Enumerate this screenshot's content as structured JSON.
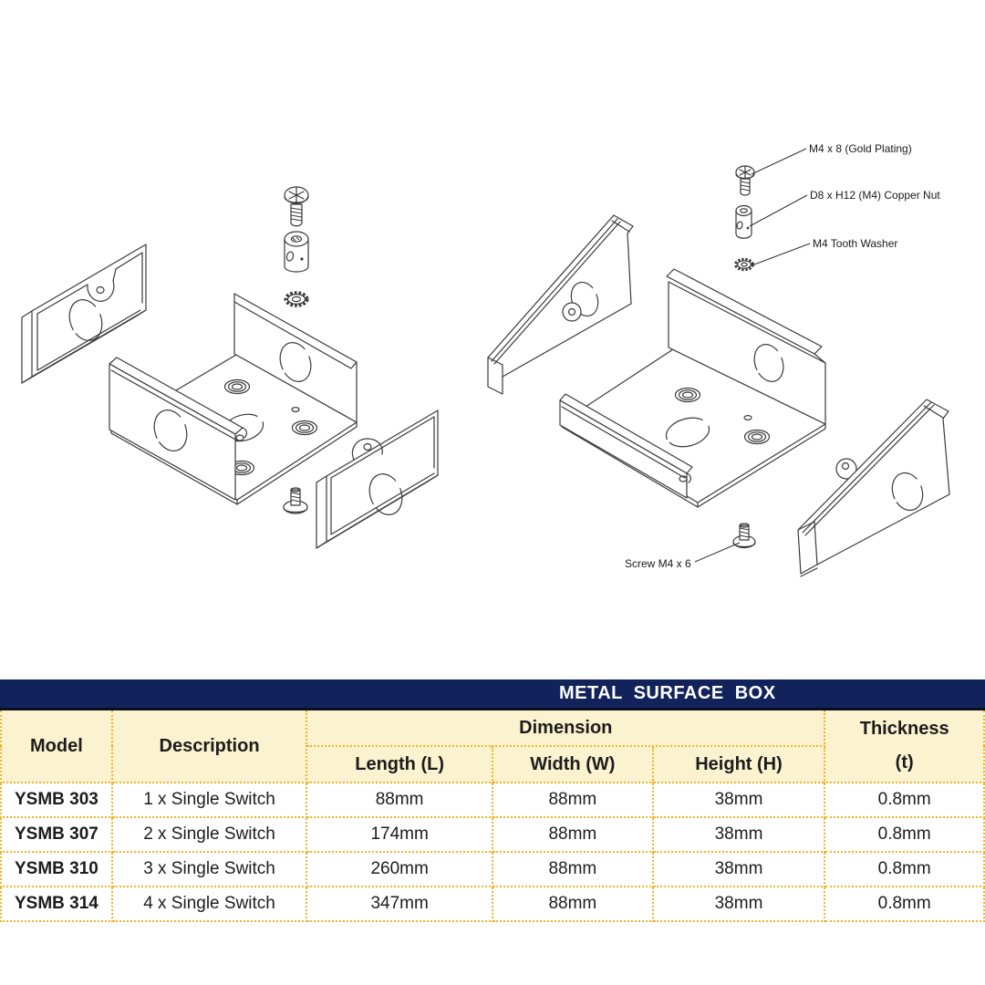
{
  "colors": {
    "navy": "#12225A",
    "cream": "#FBF2D0",
    "border_gold": "#F0B42C",
    "line_art": "#3A3A3A",
    "text": "#1C1C1C"
  },
  "diagram": {
    "callouts": {
      "screw_top": "M4 x 8 (Gold Plating)",
      "copper_nut": "D8 x H12 (M4) Copper Nut",
      "tooth_washer": "M4 Tooth Washer",
      "screw_bottom": "Screw M4 x 6"
    }
  },
  "table": {
    "title": "METAL SURFACE BOX",
    "headers": {
      "model": "Model",
      "description": "Description",
      "dimension": "Dimension",
      "length": "Length (L)",
      "width": "Width (W)",
      "height": "Height (H)",
      "thickness_line1": "Thickness",
      "thickness_line2": "(t)"
    },
    "rows": [
      {
        "model": "YSMB 303",
        "description": "1 x Single Switch",
        "length": "88mm",
        "width": "88mm",
        "height": "38mm",
        "thickness": "0.8mm"
      },
      {
        "model": "YSMB 307",
        "description": "2 x Single Switch",
        "length": "174mm",
        "width": "88mm",
        "height": "38mm",
        "thickness": "0.8mm"
      },
      {
        "model": "YSMB 310",
        "description": "3 x Single Switch",
        "length": "260mm",
        "width": "88mm",
        "height": "38mm",
        "thickness": "0.8mm"
      },
      {
        "model": "YSMB 314",
        "description": "4 x Single Switch",
        "length": "347mm",
        "width": "88mm",
        "height": "38mm",
        "thickness": "0.8mm"
      }
    ]
  }
}
